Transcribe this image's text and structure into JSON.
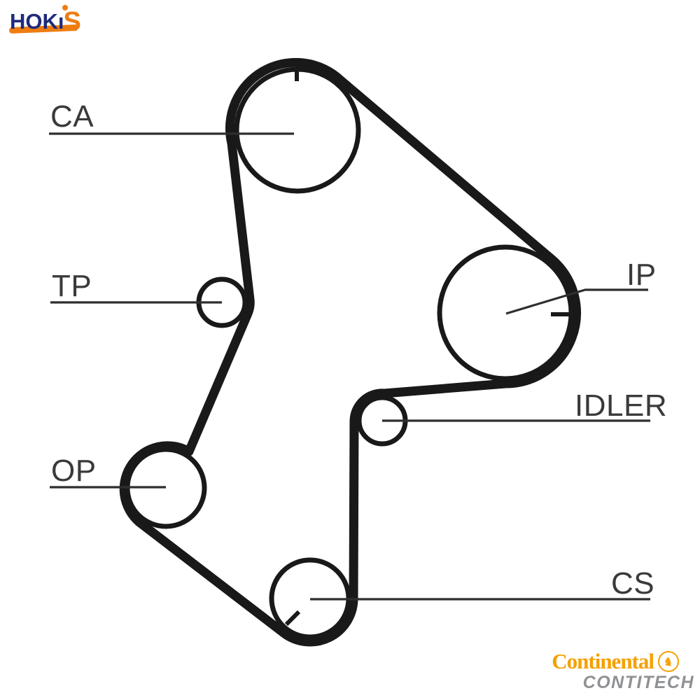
{
  "header_logo": {
    "brand": "HOKIS",
    "text_hok": "HOK",
    "text_i": "ı",
    "text_s": "S",
    "navy": "#1F2B7C",
    "orange": "#EE7D11"
  },
  "diagram": {
    "belt_color": "#191919",
    "label_color": "#3A3A3A",
    "pulleys": [
      {
        "label": "CA"
      },
      {
        "label": "TP"
      },
      {
        "label": "IP"
      },
      {
        "label": "IDLER"
      },
      {
        "label": "OP"
      },
      {
        "label": "CS"
      }
    ]
  },
  "footer_logo": {
    "brand": "Continental",
    "sub_brand": "CONTITECH",
    "brand_color": "#F5A000",
    "sub_brand_color": "#8F9194",
    "emblem_icon": "horse-emblem",
    "emblem_glyph": "♞"
  }
}
